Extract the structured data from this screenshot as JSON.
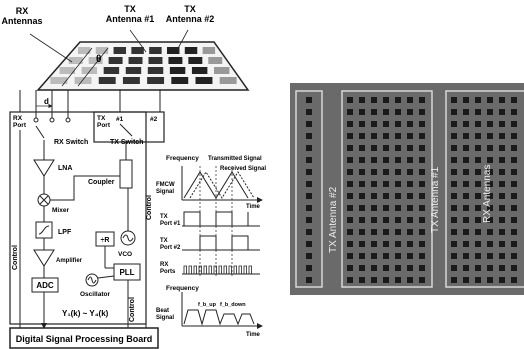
{
  "diagram": {
    "antenna_labels": {
      "rx_antennas": "RX\nAntennas",
      "tx1": "TX\nAntenna #1",
      "tx2": "TX\nAntenna #2",
      "theta": "θ",
      "d": "d"
    },
    "rx_port": "RX\nPort",
    "tx_port": "TX\nPort",
    "tx_port1": "#1",
    "tx_port2": "#2",
    "rx_switch": "RX Switch",
    "tx_switch": "TX Switch",
    "blocks": {
      "lna": "LNA",
      "mixer": "Mixer",
      "lpf": "LPF",
      "amplifier": "Amplifier",
      "adc": "ADC",
      "coupler": "Coupler",
      "divider": "÷R",
      "vco": "VCO",
      "pll": "PLL",
      "oscillator": "Oscillator",
      "control_left": "Control",
      "control_mid": "Control",
      "control_right": "Control"
    },
    "output_signal": "Y₁(k) ~ Y₄(k)",
    "dsp_board": "Digital Signal Processing Board",
    "timing": {
      "frequency_top": "Frequency",
      "transmitted_signal": "Transmitted Signal",
      "received_signal": "Received Signal",
      "fmcw_signal": "FMCW\nSignal",
      "time_top": "Time",
      "tx_port1": "TX\nPort #1",
      "tx_port2": "TX\nPort #2",
      "rx_ports": "RX\nPorts",
      "frequency_bottom": "Frequency",
      "beat_signal": "Beat\nSignal",
      "f_b_up": "f_b_up",
      "f_b_down": "f_b_down",
      "time_bottom": "Time"
    }
  },
  "photo": {
    "label_tx2": "TX Antenna #2",
    "label_tx1": "TX Antenna #1",
    "label_rx": "RX Antennas"
  }
}
